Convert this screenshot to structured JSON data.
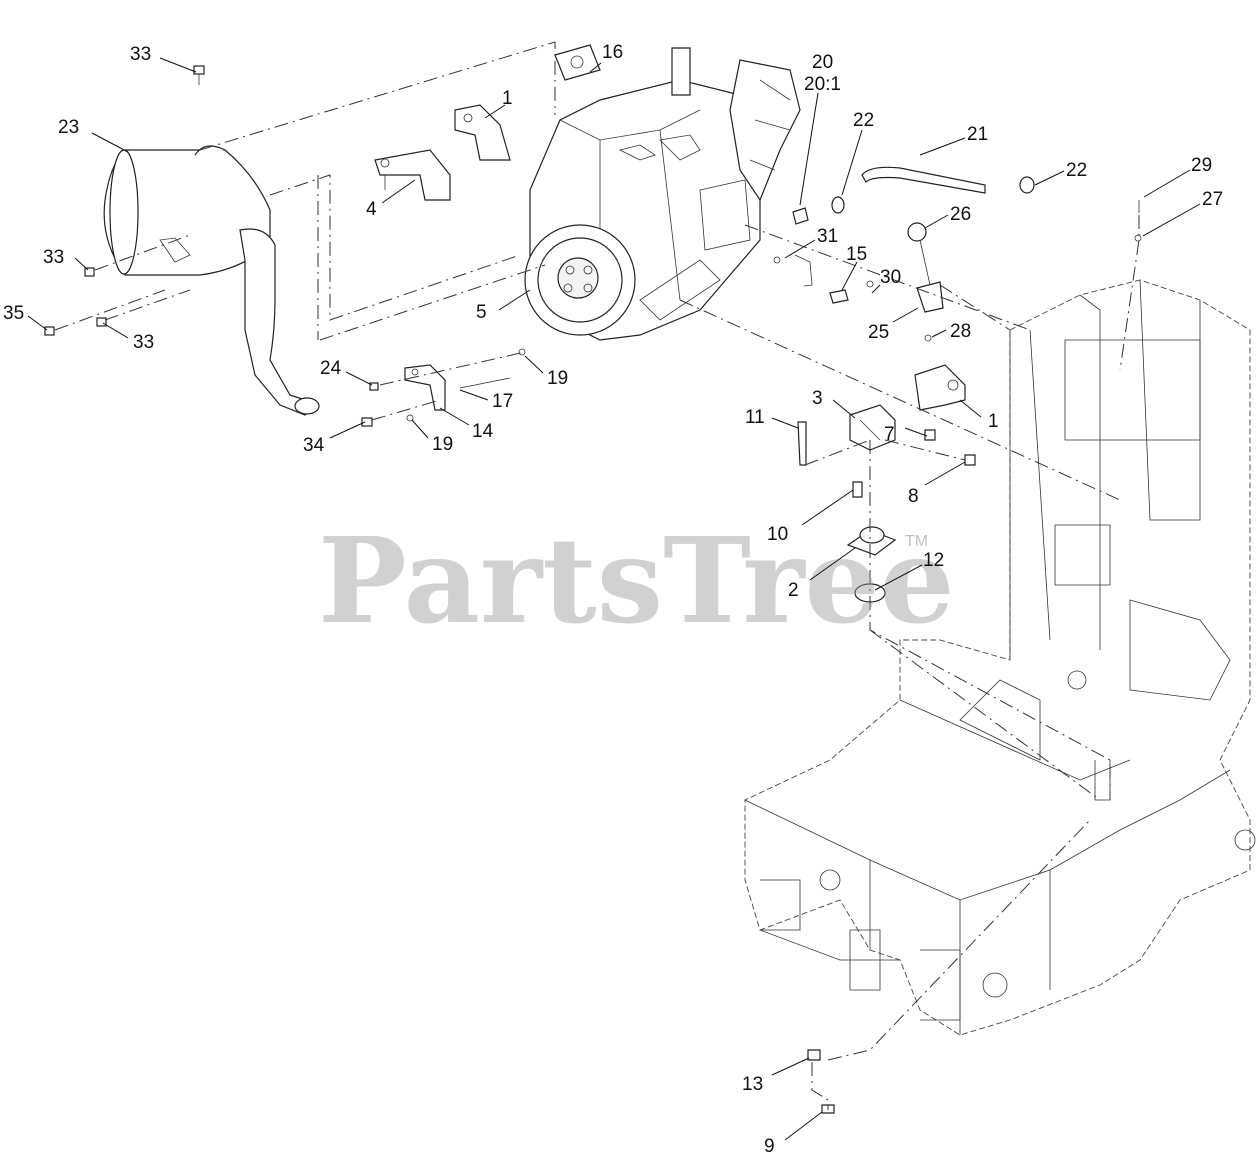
{
  "watermark": {
    "text": "PartsTree",
    "tm": "TM"
  },
  "callouts": [
    {
      "id": "c33a",
      "text": "33"
    },
    {
      "id": "c16",
      "text": "16"
    },
    {
      "id": "c1a",
      "text": "1"
    },
    {
      "id": "c23",
      "text": "23"
    },
    {
      "id": "c4",
      "text": "4"
    },
    {
      "id": "c20",
      "text": "20"
    },
    {
      "id": "c20_1",
      "text": "20:1"
    },
    {
      "id": "c22a",
      "text": "22"
    },
    {
      "id": "c21",
      "text": "21"
    },
    {
      "id": "c22b",
      "text": "22"
    },
    {
      "id": "c29",
      "text": "29"
    },
    {
      "id": "c27",
      "text": "27"
    },
    {
      "id": "c26",
      "text": "26"
    },
    {
      "id": "c31",
      "text": "31"
    },
    {
      "id": "c15",
      "text": "15"
    },
    {
      "id": "c33b",
      "text": "33"
    },
    {
      "id": "c30",
      "text": "30"
    },
    {
      "id": "c35",
      "text": "35"
    },
    {
      "id": "c33c",
      "text": "33"
    },
    {
      "id": "c5",
      "text": "5"
    },
    {
      "id": "c25",
      "text": "25"
    },
    {
      "id": "c28",
      "text": "28"
    },
    {
      "id": "c24",
      "text": "24"
    },
    {
      "id": "c19a",
      "text": "19"
    },
    {
      "id": "c17",
      "text": "17"
    },
    {
      "id": "c14",
      "text": "14"
    },
    {
      "id": "c3",
      "text": "3"
    },
    {
      "id": "c1b",
      "text": "1"
    },
    {
      "id": "c34",
      "text": "34"
    },
    {
      "id": "c19b",
      "text": "19"
    },
    {
      "id": "c11",
      "text": "11"
    },
    {
      "id": "c7",
      "text": "7"
    },
    {
      "id": "c8",
      "text": "8"
    },
    {
      "id": "c10",
      "text": "10"
    },
    {
      "id": "c12",
      "text": "12"
    },
    {
      "id": "c2",
      "text": "2"
    },
    {
      "id": "c13",
      "text": "13"
    },
    {
      "id": "c9",
      "text": "9"
    }
  ],
  "colors": {
    "line": "#222222",
    "watermark": "#9a9a9a",
    "background": "#ffffff"
  }
}
